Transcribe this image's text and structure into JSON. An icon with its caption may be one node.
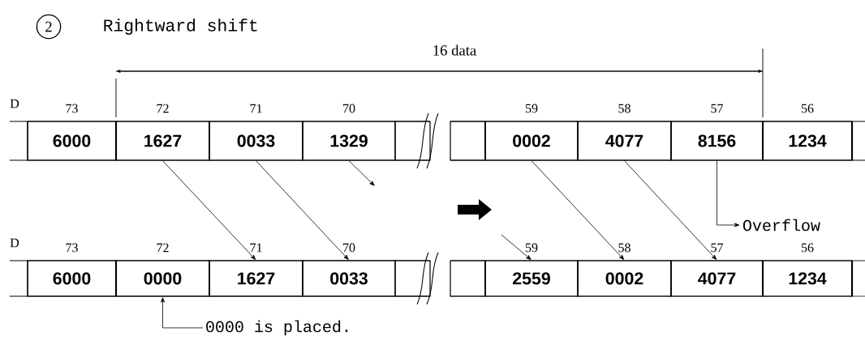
{
  "diagram": {
    "title": "Rightward shift",
    "nodes": [
      {
        "text": [
          "2"
        ]
      },
      {
        "text": [
          "6000"
        ],
        "beside": [
          "73"
        ]
      },
      {
        "text": [
          "1627"
        ],
        "beside": [
          "72"
        ]
      },
      {
        "text": [
          "0033"
        ],
        "beside": [
          "71"
        ]
      },
      {
        "text": [
          "1329"
        ],
        "beside": [
          "70"
        ]
      },
      {
        "text": [],
        "shape": "box"
      },
      {
        "text": [],
        "shape": "box"
      },
      {
        "text": [
          "0002"
        ],
        "beside": [
          "59"
        ]
      },
      {
        "text": [
          "4077"
        ],
        "beside": [
          "58"
        ]
      },
      {
        "text": [
          "8156"
        ],
        "beside": [
          "57"
        ]
      },
      {
        "text": [
          "1234"
        ],
        "beside": [
          "56"
        ]
      },
      {
        "text": [
          "Overflow"
        ]
      },
      {
        "text": [
          "6000"
        ],
        "beside": [
          "73"
        ]
      },
      {
        "text": [
          "0000"
        ],
        "beside": [
          "72"
        ]
      },
      {
        "text": [
          "1627"
        ],
        "beside": [
          "71"
        ]
      },
      {
        "text": [
          "0033"
        ],
        "beside": [
          "70"
        ]
      },
      {
        "text": [],
        "shape": "box"
      },
      {
        "text": [],
        "shape": "box"
      },
      {
        "text": [
          "2559"
        ],
        "beside": [
          "59"
        ]
      },
      {
        "text": [
          "0002"
        ],
        "beside": [
          "58"
        ]
      },
      {
        "text": [
          "4077"
        ],
        "beside": [
          "57"
        ]
      },
      {
        "text": [
          "1234"
        ],
        "beside": [
          "56"
        ]
      },
      {
        "text": [
          "0000 is placed."
        ]
      }
    ],
    "edges": [
      {
        "from": 2,
        "to": 14,
        "arrow": "to"
      },
      {
        "from": 3,
        "to": 15,
        "arrow": "to"
      },
      {
        "from": 4,
        "to": null,
        "arrow": "to"
      },
      {
        "from": null,
        "to": 18,
        "arrow": "to"
      },
      {
        "from": 7,
        "to": 19,
        "arrow": "to"
      },
      {
        "from": 8,
        "to": 20,
        "arrow": "to"
      },
      {
        "from": 9,
        "to": 11,
        "arrow": "to"
      },
      {
        "from": 22,
        "to": 13,
        "arrow": "to"
      }
    ],
    "labels": [
      "16 data",
      "D",
      "D"
    ]
  }
}
